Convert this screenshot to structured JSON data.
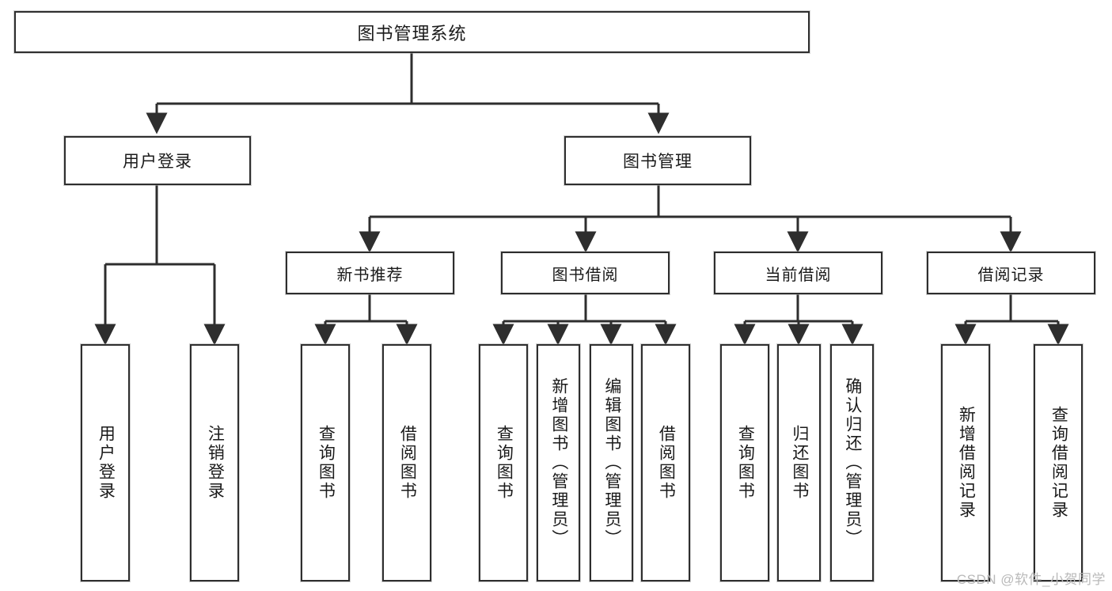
{
  "diagram": {
    "type": "tree",
    "title": "图书管理系统",
    "watermark": "CSDN @软件_小贺同学",
    "colors": {
      "background": "#ffffff",
      "border": "#2e2e2e",
      "edge": "#2e2e2e",
      "text": "#1a1a1a",
      "watermark": "#b9b9b9"
    },
    "nodes": {
      "root": {
        "label": "图书管理系统"
      },
      "level1": [
        {
          "id": "user-login",
          "label": "用户登录"
        },
        {
          "id": "book-manage",
          "label": "图书管理"
        }
      ],
      "level2": [
        {
          "id": "new-book-recommend",
          "label": "新书推荐"
        },
        {
          "id": "book-borrow",
          "label": "图书借阅"
        },
        {
          "id": "current-borrow",
          "label": "当前借阅"
        },
        {
          "id": "borrow-record",
          "label": "借阅记录"
        }
      ],
      "leaves": {
        "user-login": [
          {
            "id": "leaf-user-login",
            "label": "用户登录"
          },
          {
            "id": "leaf-logout-login",
            "label": "注销登录"
          }
        ],
        "new-book-recommend": [
          {
            "id": "leaf-query-book-1",
            "label": "查询图书"
          },
          {
            "id": "leaf-borrow-book-1",
            "label": "借阅图书"
          }
        ],
        "book-borrow": [
          {
            "id": "leaf-query-book-2",
            "label": "查询图书"
          },
          {
            "id": "leaf-add-book",
            "label": "新增图书（管理员）"
          },
          {
            "id": "leaf-edit-book",
            "label": "编辑图书（管理员）"
          },
          {
            "id": "leaf-borrow-book-2",
            "label": "借阅图书"
          }
        ],
        "current-borrow": [
          {
            "id": "leaf-query-book-3",
            "label": "查询图书"
          },
          {
            "id": "leaf-return-book",
            "label": "归还图书"
          },
          {
            "id": "leaf-confirm-return",
            "label": "确认归还（管理员）"
          }
        ],
        "borrow-record": [
          {
            "id": "leaf-add-record",
            "label": "新增借阅记录"
          },
          {
            "id": "leaf-query-record",
            "label": "查询借阅记录"
          }
        ]
      }
    }
  }
}
